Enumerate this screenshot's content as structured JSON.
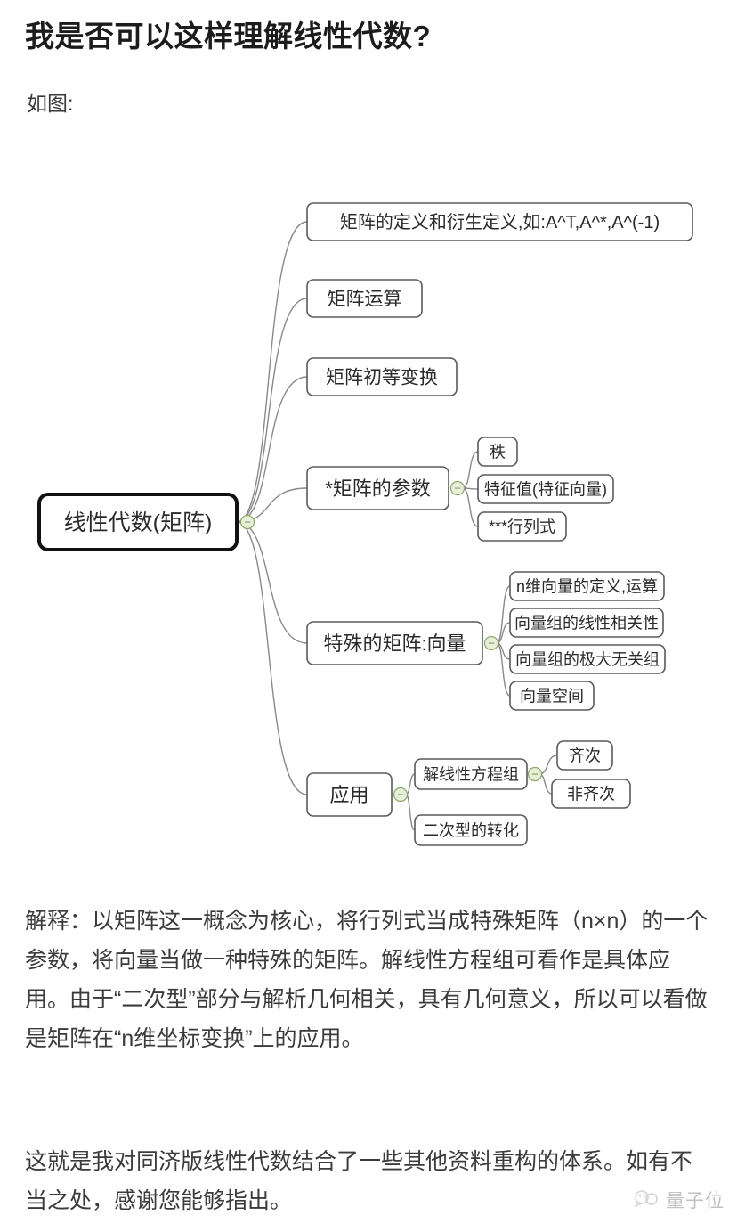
{
  "article": {
    "title": "我是否可以这样理解线性代数?",
    "lead": "如图:",
    "explanation": "解释：以矩阵这一概念为核心，将行列式当成特殊矩阵（n×n）的一个参数，将向量当做一种特殊的矩阵。解线性方程组可看作是具体应用。由于“二次型”部分与解析几何相关，具有几何意义，所以可以看做是矩阵在“n维坐标变换”上的应用。",
    "closing": "这就是我对同济版线性代数结合了一些其他资料重构的体系。如有不当之处，感谢您能够指出。"
  },
  "watermark": {
    "label": "量子位",
    "icon": "quantumbit-logo-icon"
  },
  "mindmap": {
    "root": "线性代数(矩阵)",
    "collapse_glyph": "−",
    "colors": {
      "root_border": "#111111",
      "node_border": "#5a5a5a",
      "node_fill": "#ffffff",
      "link": "#8a8a8a",
      "toggle_fill": "#e7efd8",
      "toggle_border": "#8aa86a"
    },
    "branches": [
      {
        "label": "矩阵的定义和衍生定义,如:A^T,A^*,A^(-1)",
        "children": []
      },
      {
        "label": "矩阵运算",
        "children": []
      },
      {
        "label": "矩阵初等变换",
        "children": []
      },
      {
        "label": "*矩阵的参数",
        "children": [
          {
            "label": "秩",
            "children": []
          },
          {
            "label": "特征值(特征向量)",
            "children": []
          },
          {
            "label": "***行列式",
            "children": []
          }
        ]
      },
      {
        "label": "特殊的矩阵:向量",
        "children": [
          {
            "label": "n维向量的定义,运算",
            "children": []
          },
          {
            "label": "向量组的线性相关性",
            "children": []
          },
          {
            "label": "向量组的极大无关组",
            "children": []
          },
          {
            "label": "向量空间",
            "children": []
          }
        ]
      },
      {
        "label": "应用",
        "children": [
          {
            "label": "解线性方程组",
            "children": [
              {
                "label": "齐次",
                "children": []
              },
              {
                "label": "非齐次",
                "children": []
              }
            ]
          },
          {
            "label": "二次型的转化",
            "children": []
          }
        ]
      }
    ]
  }
}
